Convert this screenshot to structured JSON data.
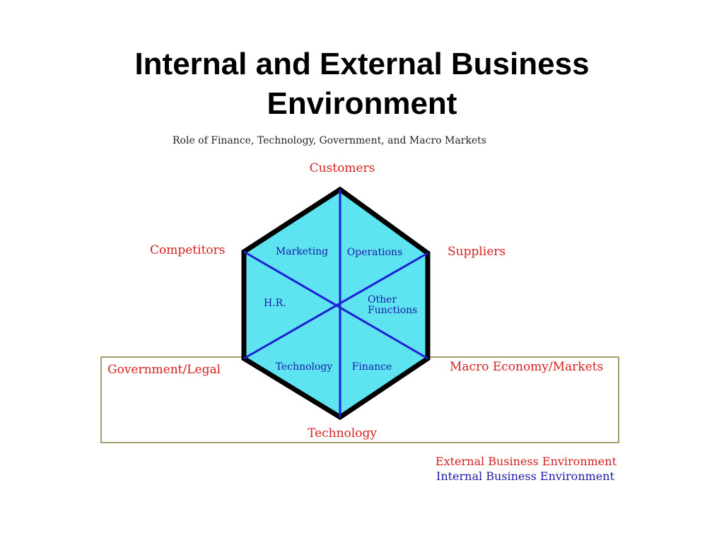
{
  "title": {
    "line1": "Internal and External Business",
    "line2": "Environment"
  },
  "diagram": {
    "caption": "Role of Finance, Technology, Government, and Macro Markets",
    "external_factors": {
      "top": "Customers",
      "upper_left": "Competitors",
      "upper_right": "Suppliers",
      "lower_left": "Government/Legal",
      "lower_right": "Macro Economy/Markets",
      "bottom": "Technology"
    },
    "internal_functions": {
      "marketing": "Marketing",
      "operations": "Operations",
      "hr": "H.R.",
      "other_line1": "Other",
      "other_line2": "Functions",
      "technology": "Technology",
      "finance": "Finance"
    },
    "legend": {
      "external": "External Business Environment",
      "internal": "Internal Business Environment"
    },
    "colors": {
      "external_text": "#d42020",
      "internal_text": "#1a1aa8",
      "hexagon_fill": "#5ee3f0",
      "hexagon_border": "#000000",
      "divider_lines": "#1f1fd6",
      "box_border": "#8a7a40"
    }
  }
}
